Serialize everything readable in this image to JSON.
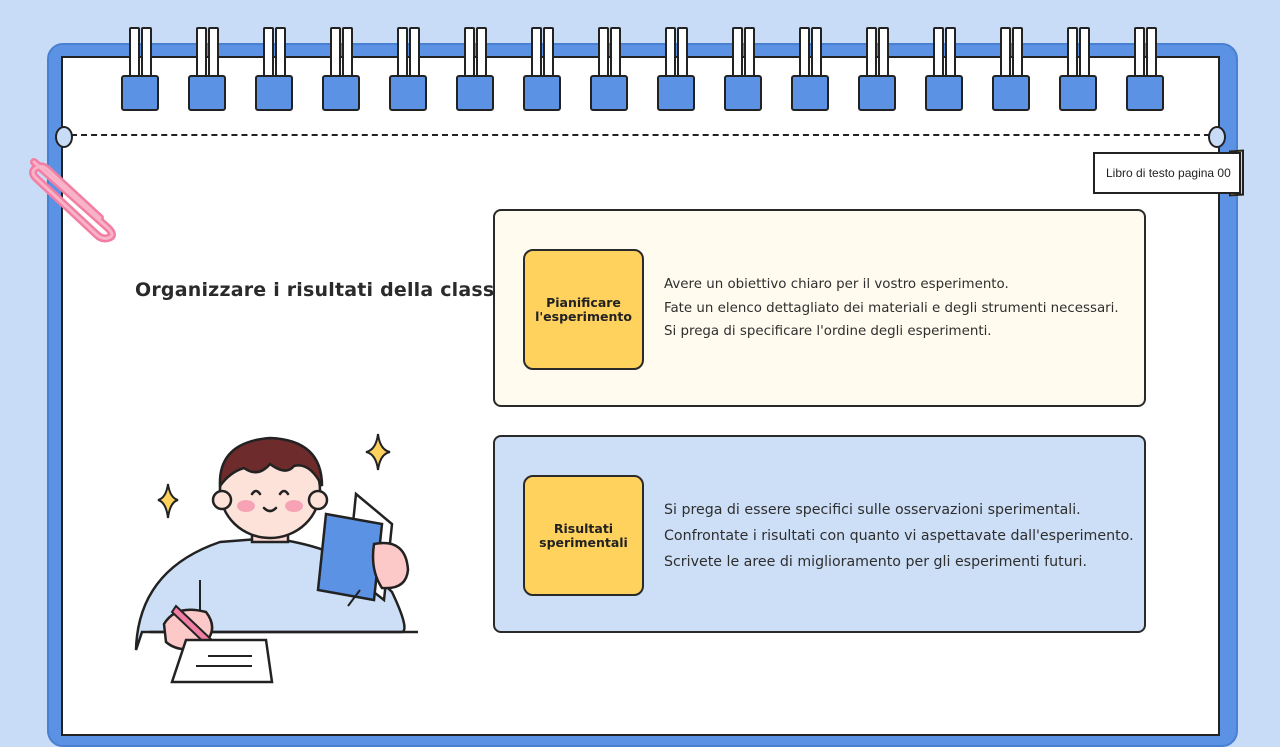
{
  "tag": {
    "label": "Libro di testo pagina 00"
  },
  "title": "Organizzare i risultati della classe",
  "cards": [
    {
      "badge": "Pianificare l'esperimento",
      "lines": [
        "Avere un obiettivo chiaro per il vostro esperimento.",
        "Fate un elenco dettagliato dei materiali e degli strumenti necessari.",
        "Si prega di specificare l'ordine degli esperimenti."
      ]
    },
    {
      "badge": "Risultati sperimentali",
      "lines": [
        "Si prega di essere specifici sulle osservazioni sperimentali.",
        "Confrontate i risultati con quanto vi aspettavate dall'esperimento.",
        "Scrivete le aree di miglioramento per gli esperimenti futuri."
      ]
    }
  ],
  "colors": {
    "background": "#c9dcf7",
    "frame": "#5b92e3",
    "badge": "#ffd25e",
    "card1": "#fffbef",
    "card2": "#cddff7",
    "clip": "#f27fa3"
  },
  "icons": [
    "paperclip-icon",
    "spiral-ring-icon",
    "sparkle-icon",
    "student-illustration"
  ]
}
